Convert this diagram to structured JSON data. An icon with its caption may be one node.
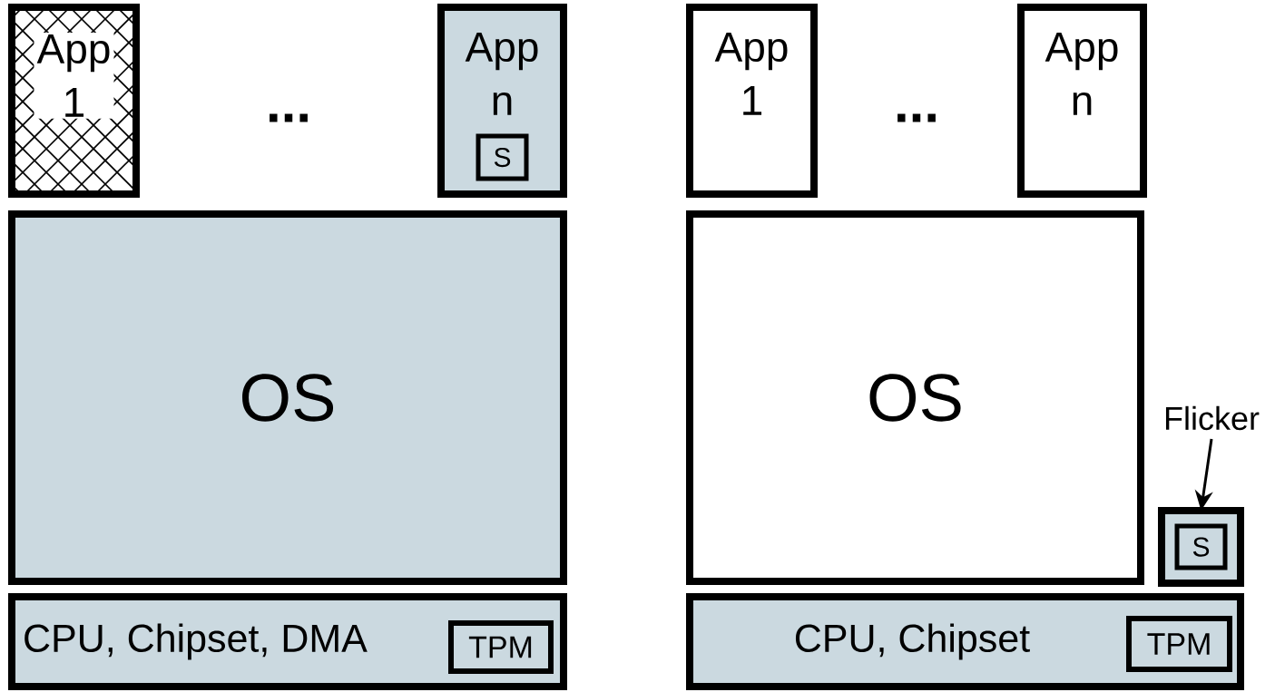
{
  "diagram": {
    "nodes": [
      {
        "text": [
          "App 1"
        ]
      },
      {
        "text": [
          "App n"
        ]
      },
      {
        "text": [
          "S"
        ],
        "in": 1
      },
      {
        "text": [
          "OS"
        ]
      },
      {
        "text": [
          "CPU, Chipset, DMA"
        ]
      },
      {
        "text": [
          "TPM"
        ],
        "in": 4
      },
      {
        "text": [
          "App 1"
        ]
      },
      {
        "text": [
          "App n"
        ]
      },
      {
        "text": [
          "OS"
        ]
      },
      {
        "text": [
          "Flicker"
        ]
      },
      {
        "text": [],
        "shape": "box"
      },
      {
        "text": [
          "S"
        ],
        "in": 10
      },
      {
        "text": [
          "CPU, Chipset"
        ]
      },
      {
        "text": [
          "TPM"
        ],
        "in": 12
      }
    ],
    "edges": [
      {
        "from": 9,
        "to": 10,
        "arrow": "to"
      }
    ],
    "labels": [
      "...",
      "..."
    ]
  }
}
